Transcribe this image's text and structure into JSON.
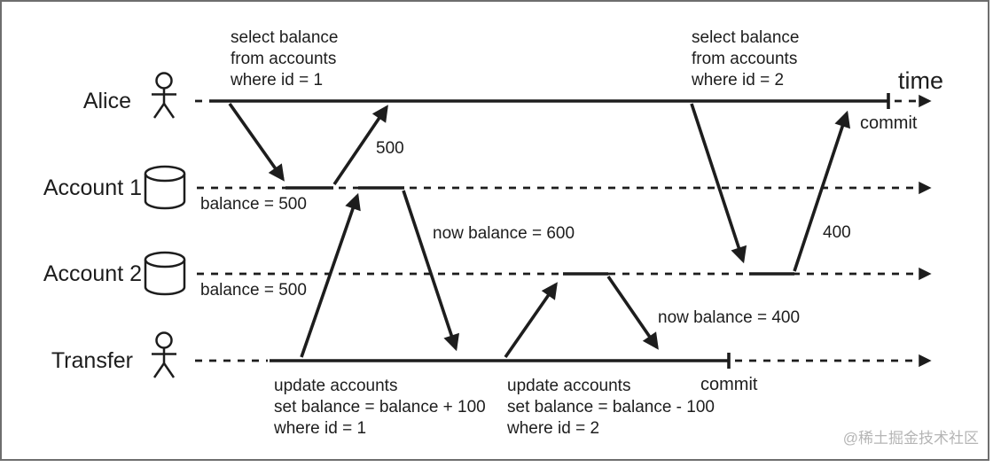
{
  "watermark": "@稀土掘金技术社区",
  "timeline": {
    "time_label": "time",
    "rows": [
      {
        "label": "Alice",
        "icon": "person-icon"
      },
      {
        "label": "Account 1",
        "icon": "database-icon",
        "annotation": "balance = 500"
      },
      {
        "label": "Account 2",
        "icon": "database-icon",
        "annotation": "balance = 500"
      },
      {
        "label": "Transfer",
        "icon": "person-icon"
      }
    ]
  },
  "operations": {
    "select_1": {
      "lines": [
        "select balance",
        "from accounts",
        "where id = 1"
      ],
      "result": "500"
    },
    "select_2": {
      "lines": [
        "select balance",
        "from accounts",
        "where id = 2"
      ],
      "result": "400"
    },
    "update_1": {
      "lines": [
        "update accounts",
        "set balance = balance + 100",
        "where id = 1"
      ],
      "result": "now balance = 600"
    },
    "update_2": {
      "lines": [
        "update accounts",
        "set balance = balance - 100",
        "where id = 2"
      ],
      "result": "now balance = 400"
    }
  },
  "commits": {
    "alice": "commit",
    "transfer": "commit"
  },
  "colors": {
    "ink": "#1d1d1d",
    "border": "#6e6e6e",
    "watermark": "#b5b5b5"
  }
}
